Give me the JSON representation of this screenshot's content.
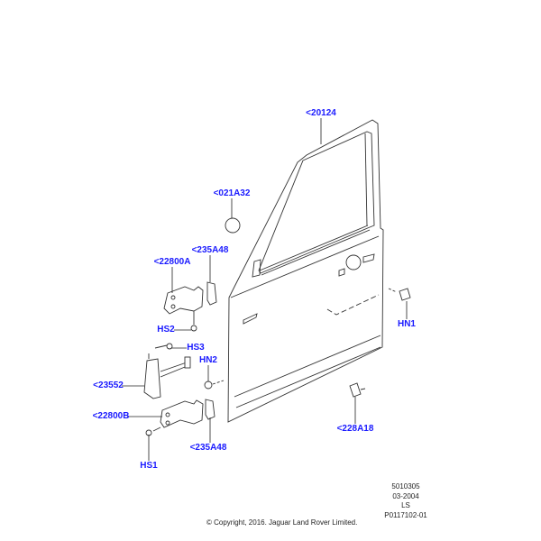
{
  "diagram": {
    "callouts": [
      {
        "id": "door",
        "label": "<20124"
      },
      {
        "id": "plug",
        "label": "<021A32"
      },
      {
        "id": "shim-upper",
        "label": "<235A48"
      },
      {
        "id": "hinge-upper",
        "label": "<22800A"
      },
      {
        "id": "hs2",
        "label": "HS2"
      },
      {
        "id": "hs3",
        "label": "HS3"
      },
      {
        "id": "hn2",
        "label": "HN2"
      },
      {
        "id": "check-strap",
        "label": "<23552"
      },
      {
        "id": "hinge-lower",
        "label": "<22800B"
      },
      {
        "id": "hs1",
        "label": "HS1"
      },
      {
        "id": "shim-lower",
        "label": "<235A48"
      },
      {
        "id": "hn1",
        "label": "HN1"
      },
      {
        "id": "bumper",
        "label": "<228A18"
      }
    ],
    "label_color": "#1a1aff"
  },
  "footer": {
    "ref_lines": [
      "5010305",
      "03-2004",
      "LS",
      "P0117102-01"
    ],
    "copyright": "© Copyright, 2016. Jaguar Land Rover Limited."
  }
}
